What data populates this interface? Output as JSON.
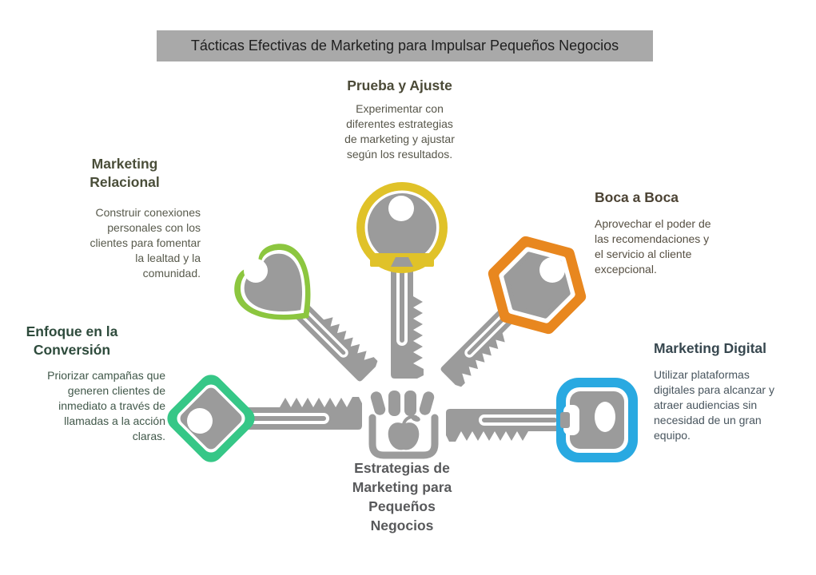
{
  "title": {
    "text": "Tácticas Efectivas de Marketing para Impulsar Pequeños Negocios",
    "bg": "#a9a9a9",
    "color": "#1e1e1e"
  },
  "colors": {
    "background": "#ffffff",
    "key_gray": "#9b9b9b"
  },
  "center": {
    "heading": "Estrategias de\nMarketing para\nPequeños\nNegocios",
    "heading_color": "#58595b",
    "icon": "storefront-icon"
  },
  "sections": {
    "prueba": {
      "heading": "Prueba y Ajuste",
      "body": "Experimentar con\ndiferentes estrategias\nde marketing y ajustar\nsegún los resultados.",
      "icon": "key-icon",
      "key_color": "#e0c229",
      "heading_color": "#4b4a37",
      "body_color": "#57564a"
    },
    "relacional": {
      "heading": "Marketing\nRelacional",
      "body": "Construir conexiones\npersonales con los\nclientes para fomentar\nla lealtad y la\ncomunidad.",
      "icon": "key-icon",
      "key_color": "#8cc63f",
      "heading_color": "#4a4e39",
      "body_color": "#585a4c"
    },
    "boca": {
      "heading": "Boca a Boca",
      "body": "Aprovechar el poder de\nlas recomendaciones y\nel servicio al cliente\nexcepcional.",
      "icon": "key-icon",
      "key_color": "#e8871f",
      "heading_color": "#4c4334",
      "body_color": "#564f42"
    },
    "enfoque": {
      "heading": "Enfoque en la\nConversión",
      "body": "Priorizar campañas que\ngeneren clientes de\ninmediato a través de\nllamadas a la acción\nclaras.",
      "icon": "key-icon",
      "key_color": "#36c787",
      "heading_color": "#2e4b3c",
      "body_color": "#41584a"
    },
    "digital": {
      "heading": "Marketing Digital",
      "body": "Utilizar plataformas\ndigitales para alcanzar y\natraer audiencias sin\nnecesidad de un gran\nequipo.",
      "icon": "key-icon",
      "key_color": "#29a9e1",
      "heading_color": "#37474f",
      "body_color": "#48555e"
    }
  }
}
